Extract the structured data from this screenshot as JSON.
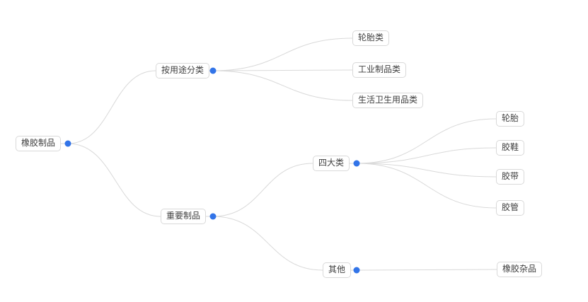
{
  "diagram": {
    "type": "mindmap"
  },
  "tree": {
    "label": "橡胶制品",
    "children": [
      {
        "label": "按用途分类",
        "children": [
          {
            "label": "轮胎类"
          },
          {
            "label": "工业制品类"
          },
          {
            "label": "生活卫生用品类"
          }
        ]
      },
      {
        "label": "重要制品",
        "children": [
          {
            "label": "四大类",
            "children": [
              {
                "label": "轮胎"
              },
              {
                "label": "胶鞋"
              },
              {
                "label": "胶带"
              },
              {
                "label": "胶管"
              }
            ]
          },
          {
            "label": "其他",
            "children": [
              {
                "label": "橡胶杂品"
              }
            ]
          }
        ]
      }
    ]
  },
  "colors": {
    "accent": "#3274e8",
    "line": "#d9d9d9",
    "node_border": "#d9d9d9",
    "node_bg": "#ffffff",
    "text": "#404040",
    "background": "#ffffff"
  }
}
